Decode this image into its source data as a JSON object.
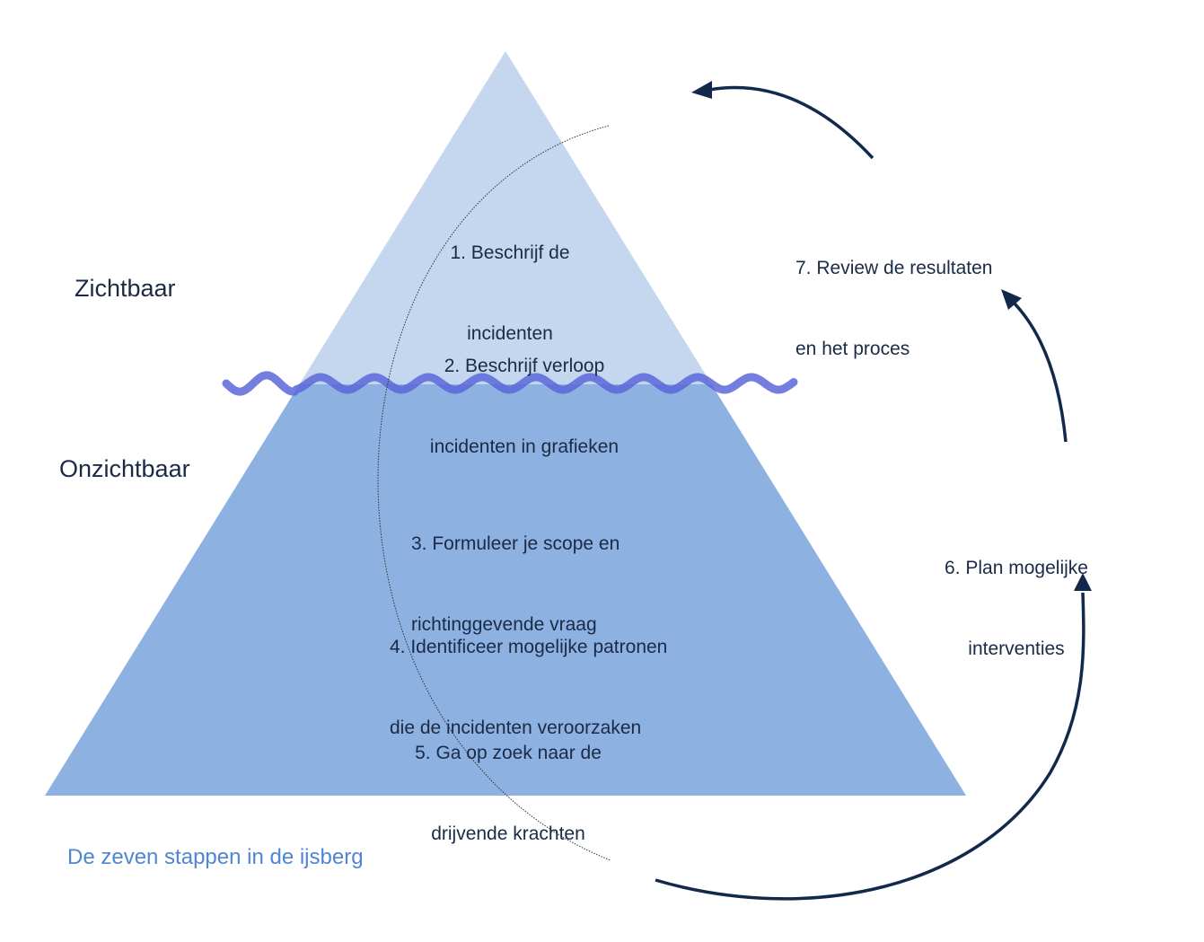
{
  "diagram": {
    "title": "De zeven stappen in de ijsberg",
    "zones": {
      "visible": "Zichtbaar",
      "invisible": "Onzichtbaar"
    },
    "steps": [
      {
        "number": 1,
        "line1": "1. Beschrijf de",
        "line2": "incidenten"
      },
      {
        "number": 2,
        "line1": "2. Beschrijf verloop",
        "line2": "incidenten in grafieken"
      },
      {
        "number": 3,
        "line1": "3. Formuleer je scope en",
        "line2": "richtinggevende vraag"
      },
      {
        "number": 4,
        "line1": "4. Identificeer mogelijke patronen",
        "line2": "die de incidenten veroorzaken"
      },
      {
        "number": 5,
        "line1": "5. Ga op zoek naar de",
        "line2": "drijvende krachten"
      },
      {
        "number": 6,
        "line1": "6. Plan mogelijke",
        "line2": "interventies"
      },
      {
        "number": 7,
        "line1": "7. Review de resultaten",
        "line2": "en het proces"
      }
    ],
    "colors": {
      "tip": "#c5d7ef",
      "submerged": "#8db1e1",
      "waterline": "#5a67d8",
      "arrow": "#13294b",
      "text": "#1b2a45",
      "caption": "#4f86d1"
    }
  }
}
